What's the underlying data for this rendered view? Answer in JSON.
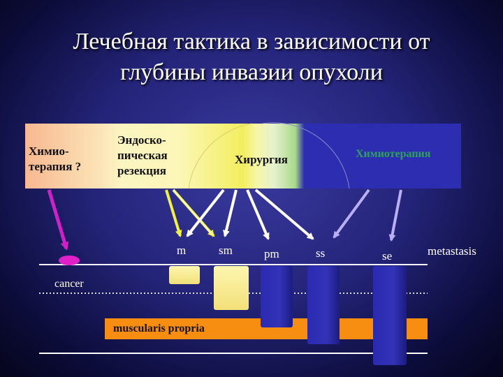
{
  "slide": {
    "title_line1": "Лечебная тактика в зависимости от",
    "title_line2": "глубины инвазии опухоли"
  },
  "band": {
    "chemo_q_line1": "Химио-",
    "chemo_q_line2": "терапия ?",
    "endo_line1": "Эндоско-",
    "endo_line2": "пическая",
    "endo_line3": "резекция",
    "surgery": "Хирургия",
    "chemotherapy": "Химиотерапия"
  },
  "layers": {
    "m": "m",
    "sm": "sm",
    "pm": "pm",
    "ss": "ss",
    "se": "se",
    "metastasis": "metastasis"
  },
  "wall": {
    "cancer": "cancer",
    "muscularis": "muscularis propria"
  },
  "colors": {
    "background": "#24247a",
    "chemo_label": "#2ea35a",
    "muscularis": "#f78e12",
    "arrow_white": "#ffffff",
    "arrow_yellow": "#f2f23c",
    "arrow_magenta": "#d020c8",
    "arrow_lavender": "#b8b0f2",
    "tumor_yellow": "#f8f0a0",
    "tumor_blue": "#2a2aa8"
  }
}
